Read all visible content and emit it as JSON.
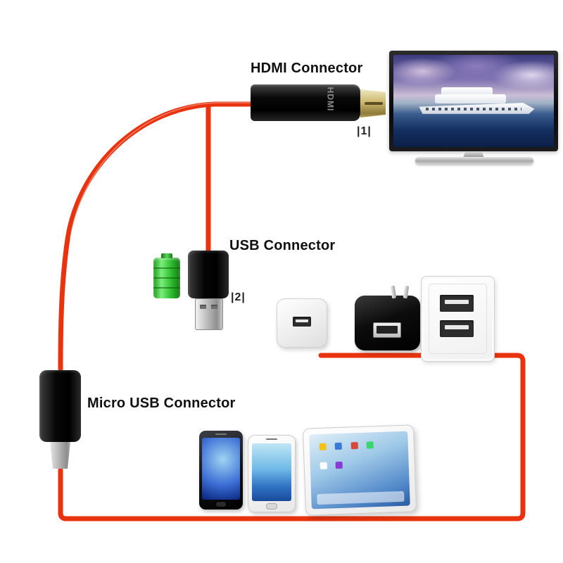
{
  "labels": {
    "hdmi_connector": "HDMI Connector",
    "hdmi_marker": "|1|",
    "usb_connector": "USB Connector",
    "usb_marker": "|2|",
    "micro_usb_connector": "Micro USB Connector",
    "hdmi_plug_text": "HDMI"
  },
  "colors": {
    "cable": "#e8330e",
    "battery": "#35c735",
    "connector-black": "#0a0a0a",
    "metal": "#bdbdbd",
    "hdmi-gold": "#cdb96e",
    "background": "#ffffff"
  }
}
